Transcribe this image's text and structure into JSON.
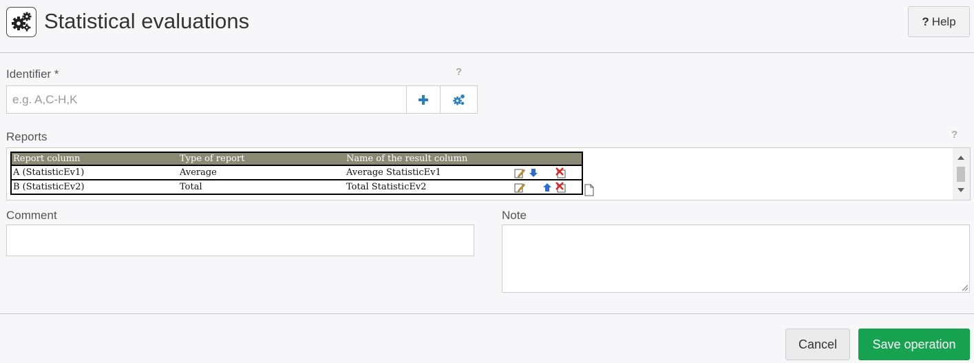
{
  "header": {
    "title": "Statistical evaluations",
    "icon": "gears-icon",
    "help_label": "Help",
    "help_icon": "question-mark-icon"
  },
  "identifier": {
    "label": "Identifier *",
    "placeholder": "e.g. A,C-H,K",
    "value": "",
    "help": "?",
    "add_icon": "plus-icon",
    "settings_icon": "gears-icon"
  },
  "reports": {
    "label": "Reports",
    "help": "?",
    "columns": [
      "Report column",
      "Type of report",
      "Name of the result column"
    ],
    "rows": [
      {
        "report_column": "A (StatisticEv1)",
        "type": "Average",
        "result_name": "Average StatisticEv1",
        "actions": [
          "edit-icon",
          "move-down-icon",
          "delete-icon"
        ]
      },
      {
        "report_column": "B (StatisticEv2)",
        "type": "Total",
        "result_name": "Total StatisticEv2",
        "actions": [
          "edit-icon",
          "move-up-icon",
          "delete-icon"
        ]
      }
    ],
    "new_icon": "new-document-icon"
  },
  "comment": {
    "label": "Comment",
    "value": ""
  },
  "note": {
    "label": "Note",
    "value": ""
  },
  "footer": {
    "cancel_label": "Cancel",
    "save_label": "Save operation"
  },
  "colors": {
    "accent_blue": "#2a7fc0",
    "save_green": "#17a34f",
    "table_header": "#8a8a74"
  }
}
